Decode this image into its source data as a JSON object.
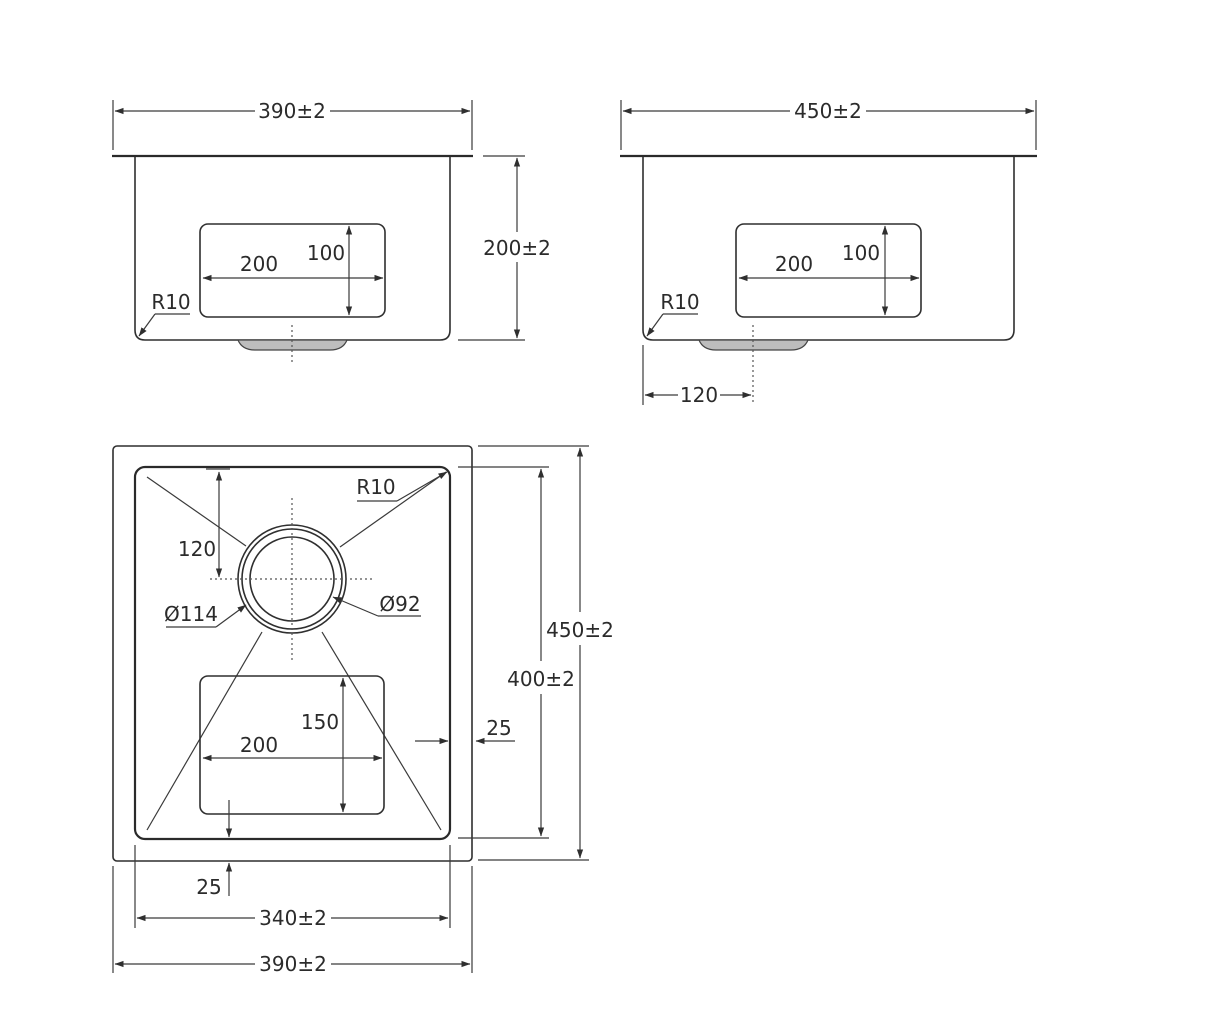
{
  "front_view": {
    "width_label": "390±2",
    "height_label": "200±2",
    "basket_width_label": "200",
    "basket_height_label": "100",
    "radius_label": "R10"
  },
  "side_view": {
    "width_label": "450±2",
    "basket_width_label": "200",
    "basket_height_label": "100",
    "radius_label": "R10",
    "waste_offset_label": "120"
  },
  "plan_view": {
    "radius_label": "R10",
    "waste_offset_label": "120",
    "waste_outer_diameter_label": "Ø114",
    "waste_inner_diameter_label": "Ø92",
    "basket_width_label": "200",
    "basket_height_label": "150",
    "side_margin_label": "25",
    "bottom_margin_label": "25",
    "outer_length_label": "450±2",
    "inner_length_label": "400±2",
    "inner_width_label": "340±2",
    "outer_width_label": "390±2"
  },
  "colors": {
    "line": "#2f2f2f",
    "text": "#2b2b2b",
    "waste_fill": "#bdbdbd"
  }
}
